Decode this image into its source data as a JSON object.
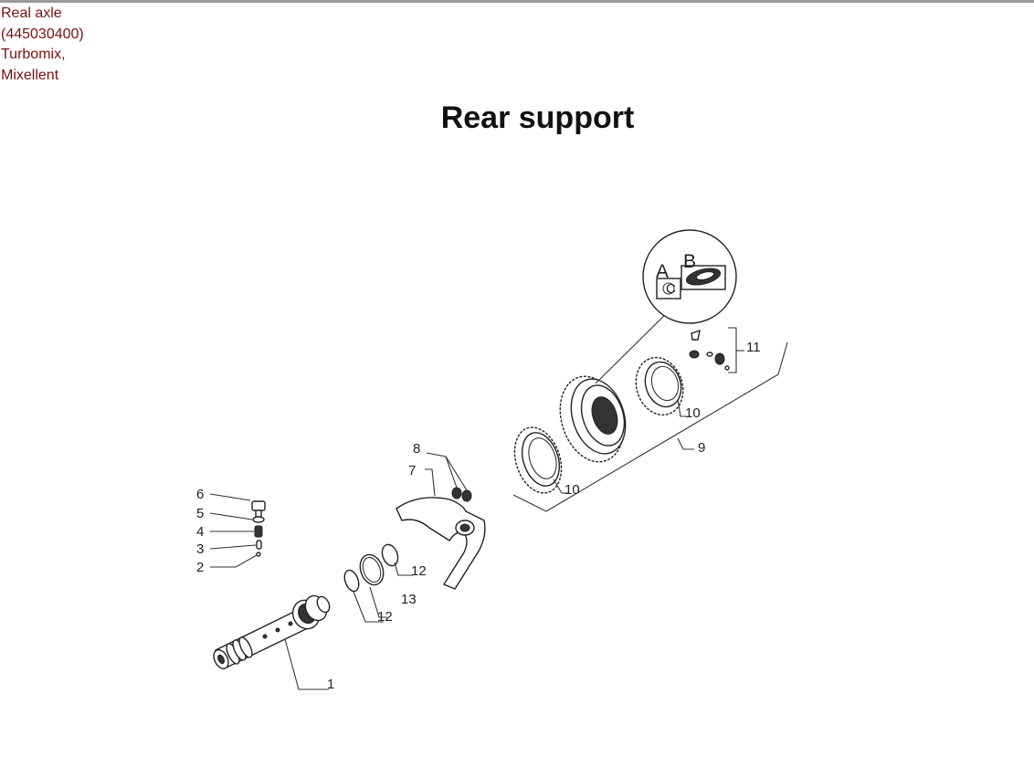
{
  "breadcrumb": {
    "lines": [
      "Real axle",
      "(445030400)",
      "Turbomix,",
      "Mixellent"
    ],
    "color": "#7a1010"
  },
  "title": "Rear support",
  "diagram": {
    "callouts": [
      "1",
      "2",
      "3",
      "4",
      "5",
      "6",
      "7",
      "8",
      "9",
      "10",
      "10",
      "11",
      "12",
      "12",
      "13"
    ],
    "detail_labels": [
      "A",
      "B"
    ]
  }
}
